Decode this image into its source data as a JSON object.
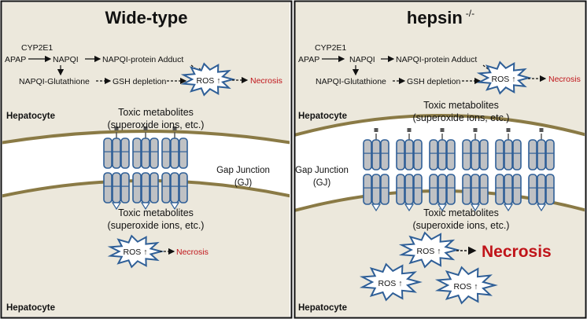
{
  "panels": {
    "left": {
      "title": "Wide-type",
      "pathway": {
        "apap": "APAP",
        "cyp2e1": "CYP2E1",
        "napqi": "NAPQI",
        "adduct": "NAPQI-protein Adduct",
        "glutathione": "NAPQI-Glutathione",
        "gsh_depletion": "GSH depletion",
        "ros": "ROS ↑",
        "necrosis": "Necrosis"
      },
      "hepatocyte_top": "Hepatocyte",
      "hepatocyte_bottom": "Hepatocyte",
      "toxic_top": [
        "Toxic metabolites",
        "(superoxide ions, etc.)"
      ],
      "toxic_bottom": [
        "Toxic metabolites",
        "(superoxide ions, etc.)"
      ],
      "gap_junction": [
        "Gap Junction",
        "(GJ)"
      ],
      "bottom_ros": [
        "ROS ↑"
      ],
      "bottom_necrosis": "Necrosis",
      "channel_count": 3
    },
    "right": {
      "title": "hepsin",
      "title_sup": "-/-",
      "pathway": {
        "apap": "APAP",
        "cyp2e1": "CYP2E1",
        "napqi": "NAPQI",
        "adduct": "NAPQI-protein Adduct",
        "glutathione": "NAPQI-Glutathione",
        "gsh_depletion": "GSH depletion",
        "ros": "ROS ↑",
        "necrosis": "Necrosis"
      },
      "hepatocyte_top": "Hepatocyte",
      "hepatocyte_bottom": "Hepatocyte",
      "toxic_top": [
        "Toxic metabolites",
        "(superoxide ions, etc.)"
      ],
      "toxic_bottom": [
        "Toxic metabolites",
        "(superoxide ions, etc.)"
      ],
      "gap_junction": [
        "Gap Junction",
        "(GJ)"
      ],
      "bottom_ros": [
        "ROS ↑",
        "ROS ↑",
        "ROS ↑"
      ],
      "bottom_necrosis": "Necrosis",
      "channel_count": 6
    }
  },
  "colors": {
    "cytoplasm": "#ece8dc",
    "membrane": "#8a7a45",
    "channel_fill": "#bfc1c4",
    "channel_stroke": "#2f5f97",
    "star_stroke": "#2f5f97",
    "necrosis": "#c0141a"
  }
}
